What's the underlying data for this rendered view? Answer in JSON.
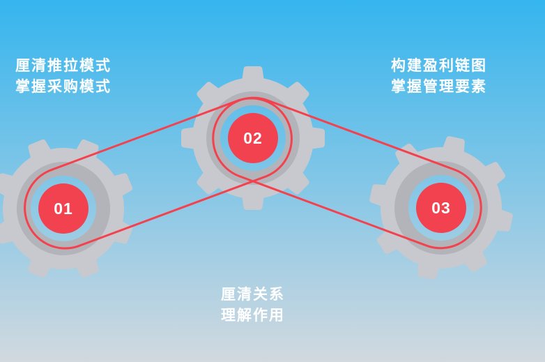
{
  "colors": {
    "background_top": "#35b5ee",
    "background_mid": "#8ac8e6",
    "background_bottom": "#d2d9df",
    "gear_body": "#c7c9ce",
    "gear_ring": "#b2b4b9",
    "accent_red": "#f2414f",
    "belt_red": "#f4414e",
    "text": "#ffffff"
  },
  "diagram": {
    "steps": [
      {
        "number": "01",
        "label_line1": "厘清推拉模式",
        "label_line2": "掌握采购模式",
        "label_position": "top-left"
      },
      {
        "number": "02",
        "label_line1": "厘清关系",
        "label_line2": "理解作用",
        "label_position": "bottom-center"
      },
      {
        "number": "03",
        "label_line1": "构建盈利链图",
        "label_line2": "掌握管理要素",
        "label_position": "top-right"
      }
    ]
  }
}
